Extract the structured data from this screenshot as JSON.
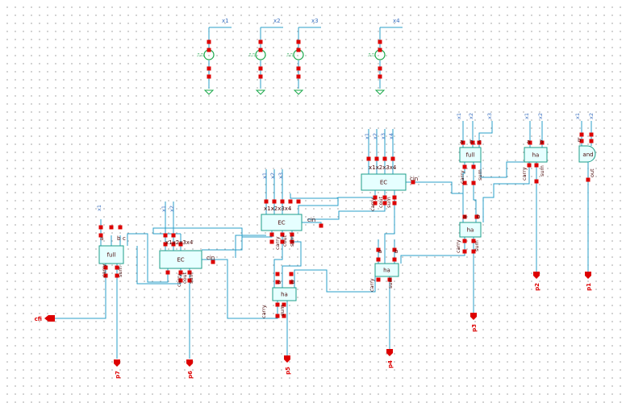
{
  "colors": {
    "wire": "#2a9fc8",
    "block": "#1e9e88",
    "block_fill": "#e6ffff",
    "pin": "#dd0000",
    "text_dark": "#4a0a0a",
    "text_blue": "#3a70c0",
    "source": "#1aa84a"
  },
  "sources": [
    {
      "net": "x1",
      "glyph": "⎍⎍"
    },
    {
      "net": "x2",
      "glyph": "⎍⎍"
    },
    {
      "net": "x3",
      "glyph": "⎍⎍"
    },
    {
      "net": "x4",
      "glyph": "⎍⎍"
    }
  ],
  "blocks": {
    "full_left": "full",
    "full_right": "full",
    "ec1": "EC",
    "ec2": "EC",
    "ec3": "EC",
    "ha1": "ha",
    "ha2": "ha",
    "ha3": "ha",
    "ha4": "ha",
    "and": "and"
  },
  "pins": {
    "a": "a",
    "b": "b",
    "c": "c",
    "carry": "carry",
    "sum": "sum",
    "cout": "cout",
    "out": "out",
    "cin": "cin",
    "ec_inputs": "x1x2x3x4"
  },
  "nets": {
    "x1": "x1",
    "x2": "x2",
    "x3": "x3",
    "x4": "x4"
  },
  "outputs": {
    "cfi": "cfi",
    "p1": "p1",
    "p2": "p2",
    "p3": "p3",
    "p4": "p4",
    "p5": "p5",
    "p6": "p6",
    "p7": "p7"
  }
}
